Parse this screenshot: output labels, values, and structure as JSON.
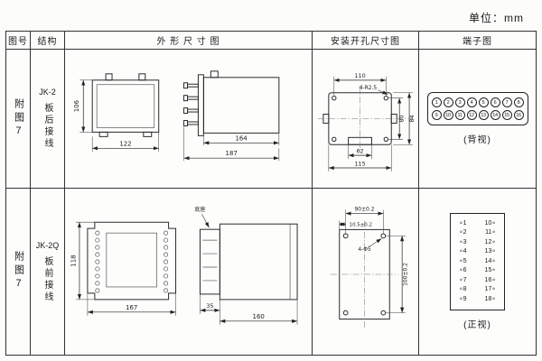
{
  "unit_label": "单位：mm",
  "headers": {
    "fig": "图号",
    "structure": "结构",
    "outline": "外 形 尺 寸 图",
    "mounting": "安装开孔尺寸图",
    "terminal": "端子图"
  },
  "row1": {
    "fig": "附图7",
    "model": "JK-2",
    "wiring": "板后接线",
    "outline": {
      "height": "106",
      "width": "122",
      "body_depth": "164",
      "total_depth": "187"
    },
    "mounting": {
      "width": "110",
      "corner_callout": "4-R2.5",
      "height": "80",
      "outer_height": "84",
      "inner_width": "62",
      "outer_width": "115"
    },
    "terminal": {
      "top": [
        "1",
        "2",
        "3",
        "4",
        "5",
        "6",
        "7",
        "8"
      ],
      "bottom": [
        "9",
        "10",
        "11",
        "12",
        "13",
        "14",
        "15",
        "16"
      ],
      "view": "(背视)"
    }
  },
  "row2": {
    "fig": "附图7",
    "model": "JK-2Q",
    "wiring": "板前接线",
    "outline": {
      "height": "118",
      "width": "167",
      "base_label": "底座",
      "base_depth": "35",
      "body_depth": "160"
    },
    "mounting": {
      "hole_span_x": "90±0.2",
      "edge_offset": "10.5±0.2",
      "hole_callout": "4-Φ5",
      "hole_span_y": "100±0.2"
    },
    "terminal": {
      "left": [
        "∘1",
        "∘2",
        "∘3",
        "∘4",
        "∘5",
        "∘6",
        "∘7",
        "∘8",
        "∘9"
      ],
      "right": [
        "10∘",
        "11∘",
        "12∘",
        "13∘",
        "14∘",
        "15∘",
        "16∘",
        "17∘",
        "18∘"
      ],
      "view": "(正视)"
    }
  }
}
